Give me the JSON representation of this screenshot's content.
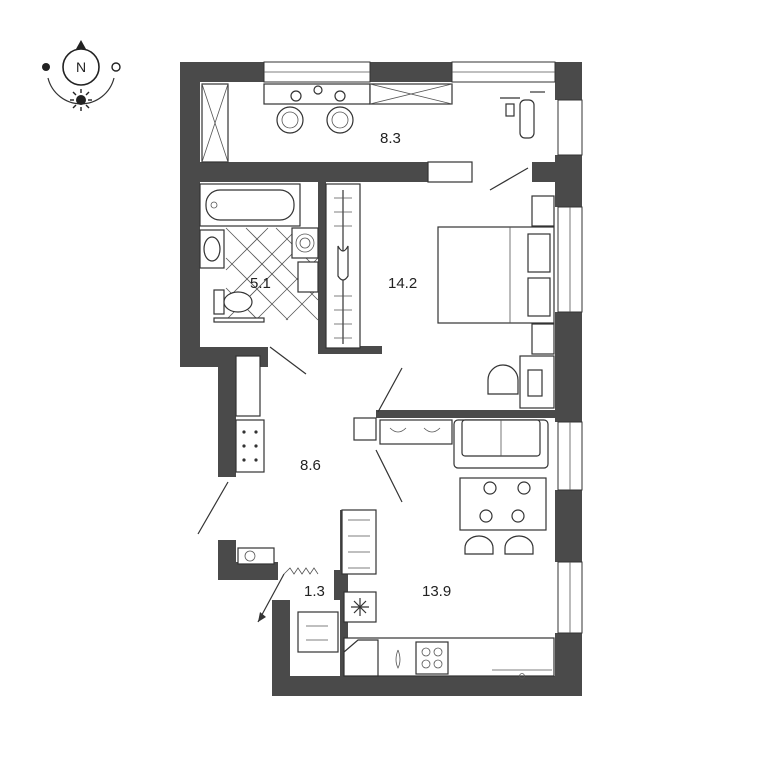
{
  "compass": {
    "label": "N"
  },
  "rooms": [
    {
      "id": "balcony",
      "area": "8.3"
    },
    {
      "id": "bathroom",
      "area": "5.1"
    },
    {
      "id": "bedroom",
      "area": "14.2"
    },
    {
      "id": "hallway",
      "area": "8.6"
    },
    {
      "id": "storage",
      "area": "1.3"
    },
    {
      "id": "kitchen-living",
      "area": "13.9"
    }
  ],
  "colors": {
    "wall": "#4a4a4a",
    "line": "#333333",
    "background": "#ffffff"
  },
  "icons": [
    "compass-icon",
    "sun-icon",
    "snowflake-icon",
    "stove-icon",
    "sink-icon",
    "bathtub-icon",
    "toilet-icon",
    "washer-icon",
    "bed-icon",
    "sofa-icon",
    "dining-table-icon",
    "desk-icon",
    "wardrobe-icon",
    "exercise-bike-icon"
  ]
}
